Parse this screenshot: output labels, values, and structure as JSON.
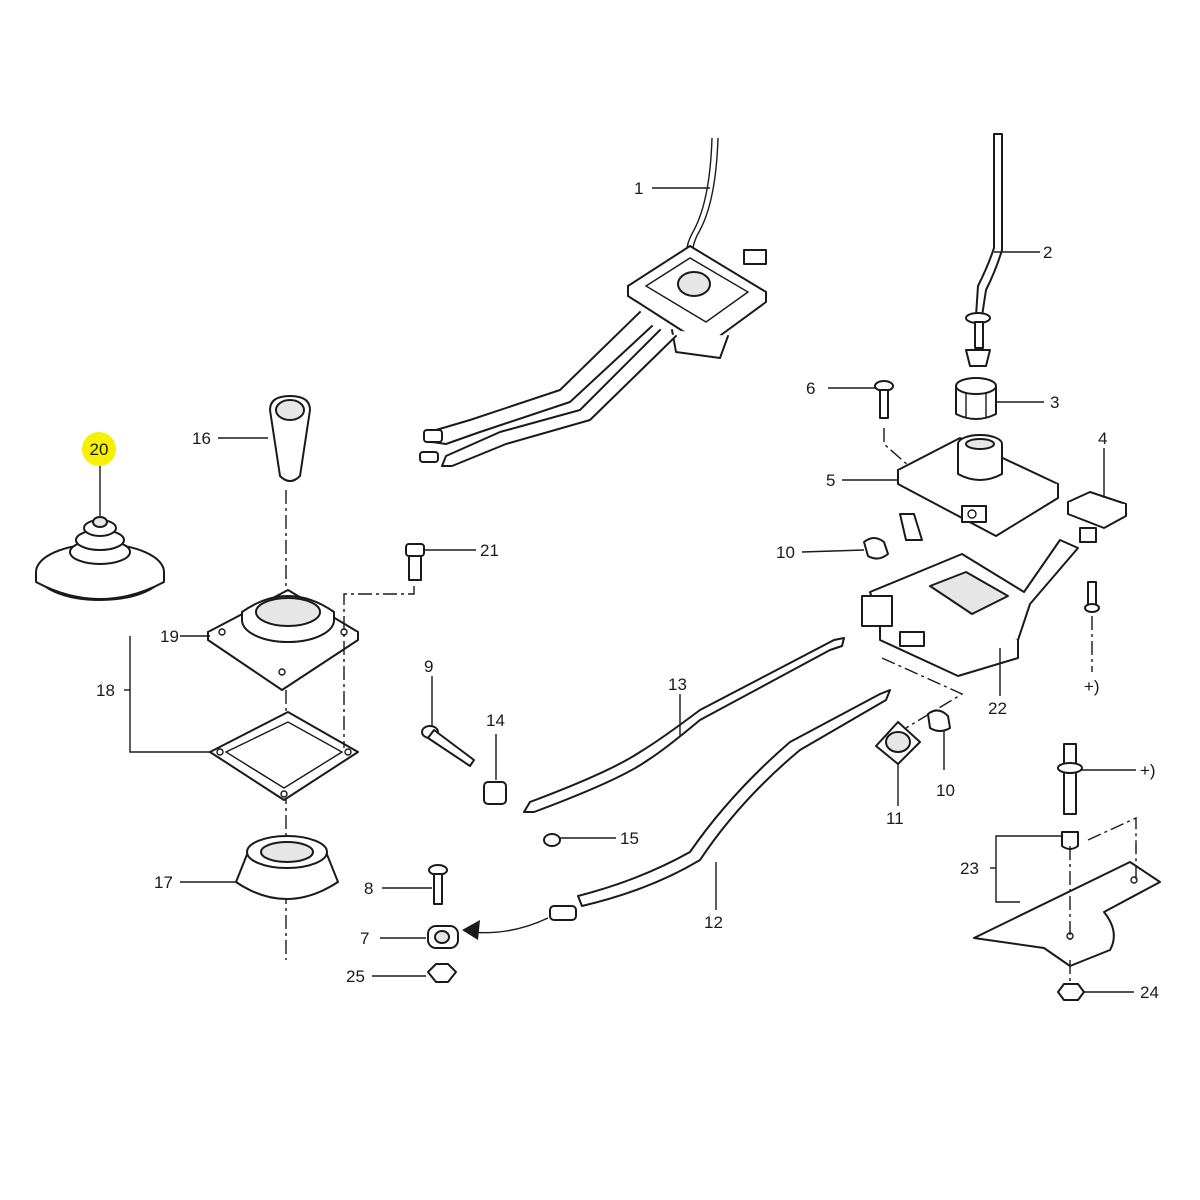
{
  "diagram": {
    "highlight_color": "#f7f000",
    "line_color": "#1a1a1a",
    "highlighted_callout": "20",
    "callouts": {
      "c1": "1",
      "c2": "2",
      "c3": "3",
      "c4": "4",
      "c5": "5",
      "c6": "6",
      "c7": "7",
      "c8": "8",
      "c9": "9",
      "c10a": "10",
      "c10b": "10",
      "c11": "11",
      "c12": "12",
      "c13": "13",
      "c14": "14",
      "c15": "15",
      "c16": "16",
      "c17": "17",
      "c18": "18",
      "c19": "19",
      "c20": "20",
      "c21": "21",
      "c22": "22",
      "c23": "23",
      "c24": "24",
      "c25": "25",
      "plus_a": "+)",
      "plus_b": "+)"
    }
  }
}
